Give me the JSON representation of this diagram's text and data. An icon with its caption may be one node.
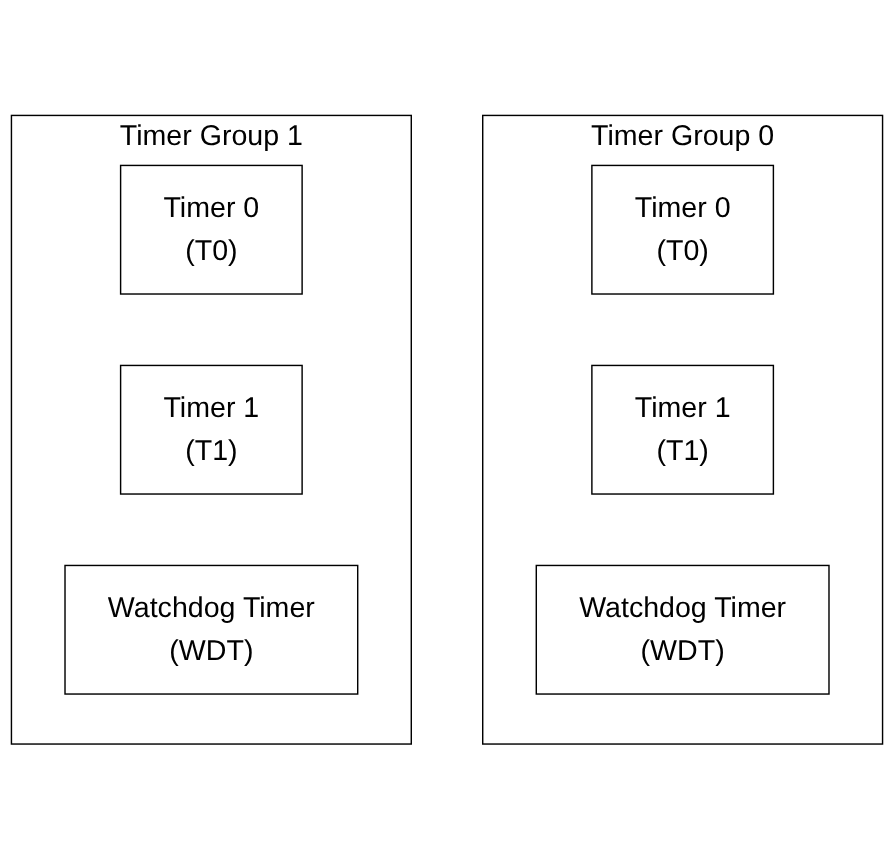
{
  "diagram": {
    "nodes": [
      {
        "text": [
          "Timer Group 0"
        ]
      },
      {
        "text": [
          "Timer 0",
          "(T0)"
        ],
        "in": 0
      },
      {
        "text": [
          "Timer 1",
          "(T1)"
        ],
        "in": 0
      },
      {
        "text": [
          "Watchdog Timer",
          "(WDT)"
        ],
        "in": 0
      },
      {
        "text": [
          "Timer Group 1"
        ]
      },
      {
        "text": [
          "Timer 0",
          "(T0)"
        ],
        "in": 4
      },
      {
        "text": [
          "Timer 1",
          "(T1)"
        ],
        "in": 4
      },
      {
        "text": [
          "Watchdog Timer",
          "(WDT)"
        ],
        "in": 4
      }
    ],
    "edges": []
  }
}
